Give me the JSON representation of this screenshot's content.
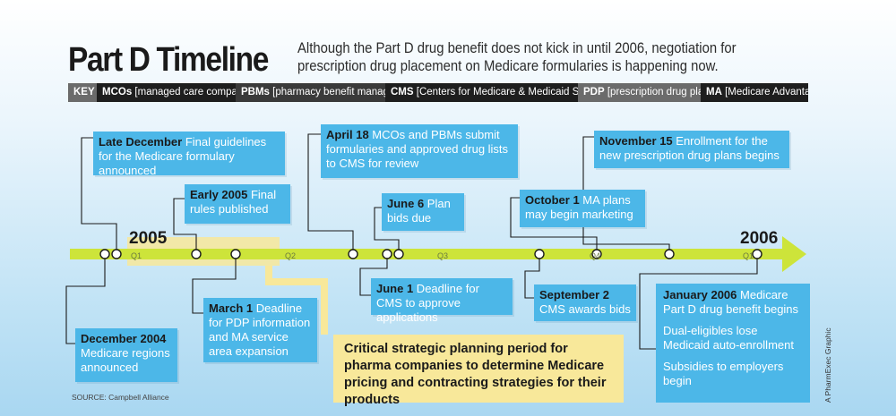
{
  "title": "Part D Timeline",
  "subtitle": "Although the Part D drug benefit does not kick in until 2006, negotiation for prescription drug placement on Medicare formularies is happening now.",
  "key": [
    {
      "abbr": "KEY",
      "desc": ""
    },
    {
      "abbr": "MCOs",
      "desc": " [managed care companies]"
    },
    {
      "abbr": "PBMs",
      "desc": " [pharmacy benefit managers]"
    },
    {
      "abbr": "CMS",
      "desc": " [Centers for Medicare & Medicaid Services]"
    },
    {
      "abbr": "PDP",
      "desc": " [prescription drug plan]"
    },
    {
      "abbr": "MA",
      "desc": " [Medicare Advantage]"
    }
  ],
  "years": {
    "start": "2005",
    "end": "2006"
  },
  "quarters": [
    "Q1",
    "Q2",
    "Q3",
    "Q4",
    "Q1"
  ],
  "events": {
    "late_december": {
      "date": "Late December",
      "text": " Final guidelines for the Medicare formulary announced"
    },
    "early_2005": {
      "date": "Early 2005",
      "text": " Final rules published"
    },
    "april_18": {
      "date": "April 18",
      "text": " MCOs and PBMs submit formularies and approved drug lists to CMS for review"
    },
    "june_6": {
      "date": "June 6",
      "text": " Plan bids due"
    },
    "october_1": {
      "date": "October 1",
      "text": " MA plans may begin marketing"
    },
    "november_15": {
      "date": "November 15",
      "text": " Enrollment for the new prescription drug plans begins"
    },
    "december_2004": {
      "date": "December 2004",
      "text": " Medicare regions announced"
    },
    "march_1": {
      "date": "March 1",
      "text": " Deadline for PDP information and MA service area expansion"
    },
    "june_1": {
      "date": "June 1",
      "text": " Deadline for CMS to approve applications"
    },
    "september_2": {
      "date": "September 2",
      "text": " CMS awards bids"
    },
    "january_2006": {
      "date": "January 2006",
      "text": " Medicare Part D drug benefit begins",
      "extra1": "Dual-eligibles lose Medicaid auto-enrollment",
      "extra2": "Subsidies to employers begin"
    }
  },
  "critical": "Critical strategic planning period for pharma companies to determine Medicare pricing and contracting strategies for their products",
  "source": "SOURCE: Campbell Alliance",
  "credit": "A PharmExec Graphic",
  "colors": {
    "event_box": "#4cb7e8",
    "timeline": "#cde43a",
    "highlight": "#f8e89a",
    "key_dark": "#1e1e1e"
  }
}
